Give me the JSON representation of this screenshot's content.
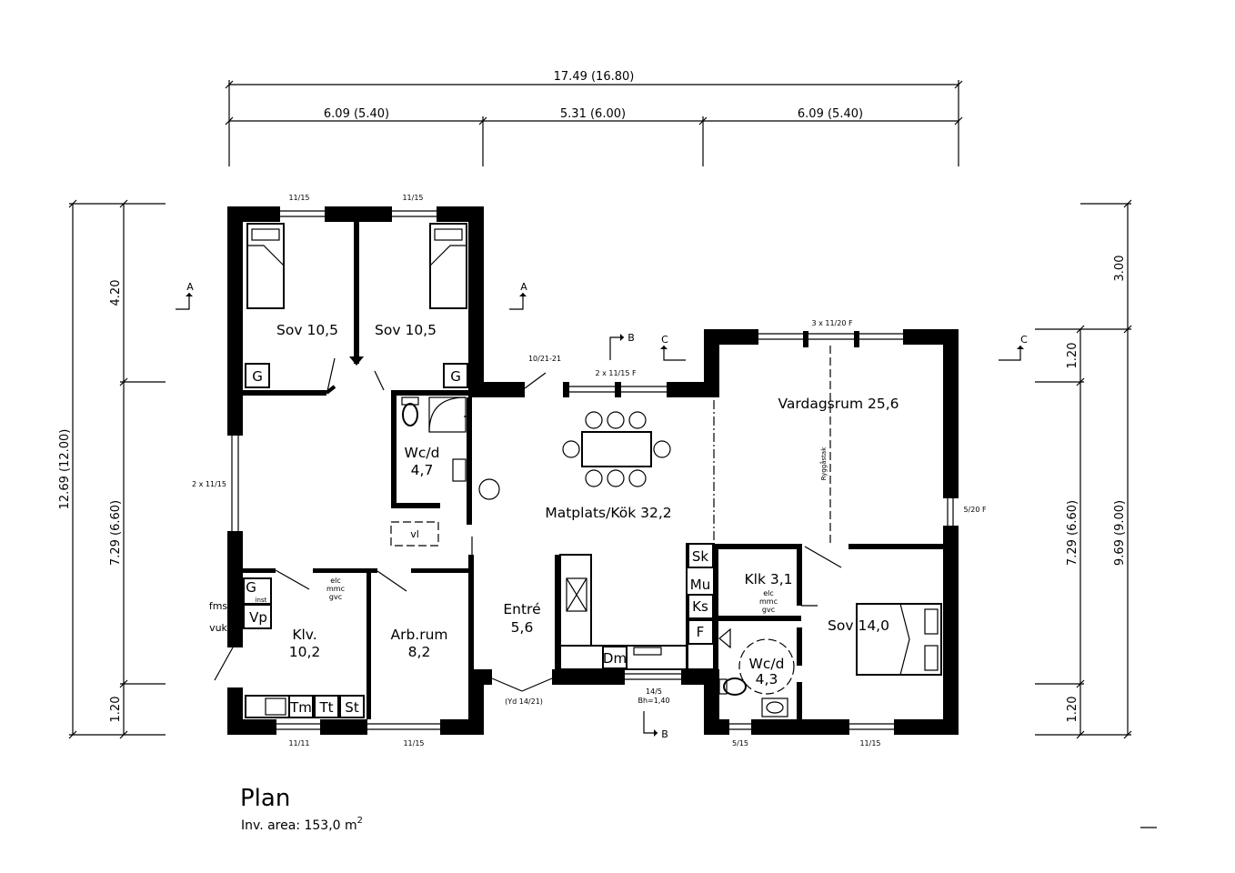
{
  "dimensions": {
    "top_total": "17.49 (16.80)",
    "top_segments": [
      "6.09 (5.40)",
      "5.31 (6.00)",
      "6.09 (5.40)"
    ],
    "left_total": "12.69 (12.00)",
    "left_segments": [
      "4.20",
      "7.29 (6.60)",
      "1.20"
    ],
    "right_outer": [
      "3.00",
      "9.69 (9.00)"
    ],
    "right_inner": [
      "1.20",
      "7.29 (6.60)",
      "1.20"
    ]
  },
  "rooms": {
    "sov_left": "Sov 10,5",
    "sov_mid": "Sov 10,5",
    "wcd_top": [
      "Wc/d",
      "4,7"
    ],
    "matplats": "Matplats/Kök 32,2",
    "vardagsrum": "Vardagsrum 25,6",
    "klk": "Klk 3,1",
    "sov_right": "Sov 14,0",
    "wcd_bottom": [
      "Wc/d",
      "4,3"
    ],
    "klv": [
      "Klv.",
      "10,2"
    ],
    "arbrum": [
      "Arb.rum",
      "8,2"
    ],
    "entre": [
      "Entré",
      "5,6"
    ]
  },
  "fixtures": {
    "g1": "G",
    "g2": "G",
    "sk": "Sk",
    "mu": "Mu",
    "ks": "Ks",
    "f": "F",
    "dm": "Dm",
    "tm": "Tm",
    "tt": "Tt",
    "st": "St",
    "vp": "Vp",
    "g3": "G",
    "inst": "inst",
    "vl": "vl",
    "fms": "fms",
    "vuk": "vuk",
    "elc1": [
      "elc",
      "mmc",
      "gvc"
    ],
    "elc2": [
      "elc",
      "mmc",
      "gvc"
    ],
    "ryggastak": "Ryggåstak"
  },
  "openings": {
    "w_top1": "11/15",
    "w_top2": "11/15",
    "w_left": "2 x 11/15",
    "d_1021": "10/21-21",
    "w_2x1115f": "2 x 11/15 F",
    "w_3x1120f": "3 x 11/20 F",
    "w_520f": "5/20 F",
    "d_yd": "(Yd 14/21)",
    "w_145": [
      "14/5",
      "Bh=1,40"
    ],
    "w_bot1": "11/11",
    "w_bot2": "11/15",
    "w_bot3": "5/15",
    "w_bot4": "11/15"
  },
  "sections": {
    "a1": "A",
    "a2": "A",
    "b_top": "B",
    "b_bottom": "B",
    "c1": "C",
    "c2": "C"
  },
  "caption": {
    "title": "Plan",
    "area_label": "Inv. area: 153,0 m",
    "area_sup": "2"
  }
}
